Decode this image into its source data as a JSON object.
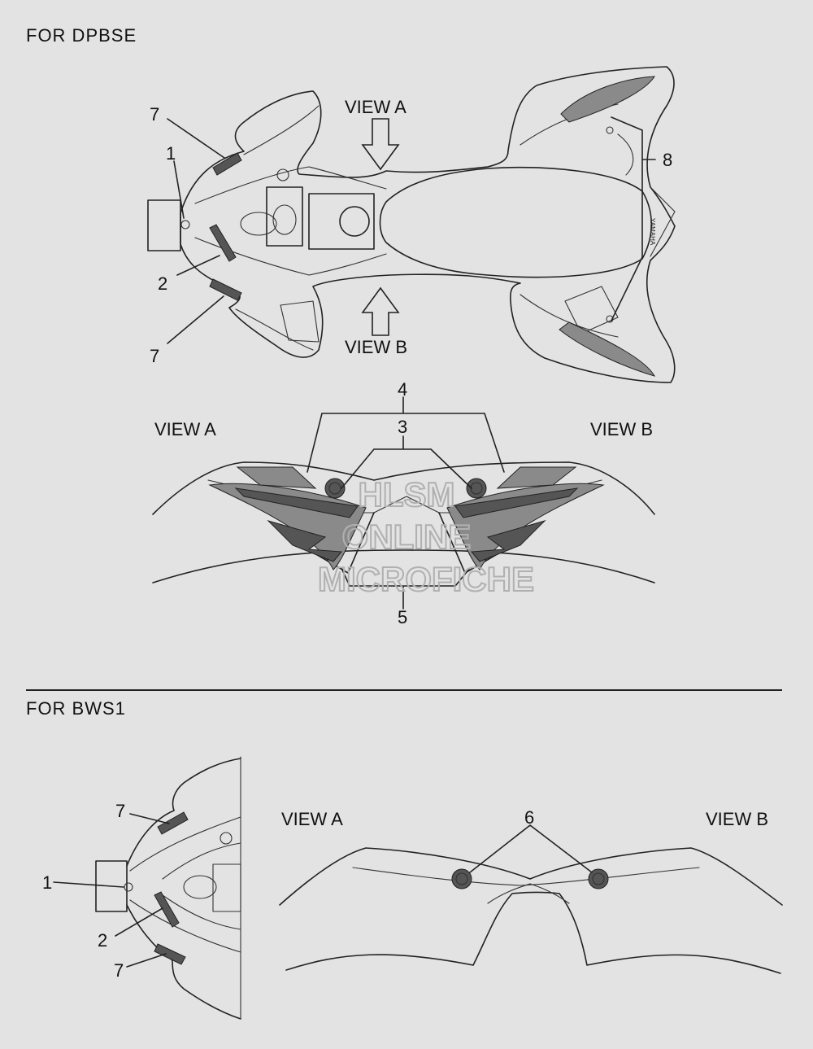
{
  "sections": [
    {
      "title": "FOR  DPBSE"
    },
    {
      "title": "FOR BWS1"
    }
  ],
  "views": {
    "view_a": "VIEW A",
    "view_b": "VIEW B"
  },
  "callouts": {
    "c1": "1",
    "c2": "2",
    "c3": "3",
    "c4": "4",
    "c5": "5",
    "c6": "6",
    "c7": "7",
    "c8": "8"
  },
  "watermark": [
    "HLSM",
    "ONLINE",
    "MICROFICHE"
  ]
}
